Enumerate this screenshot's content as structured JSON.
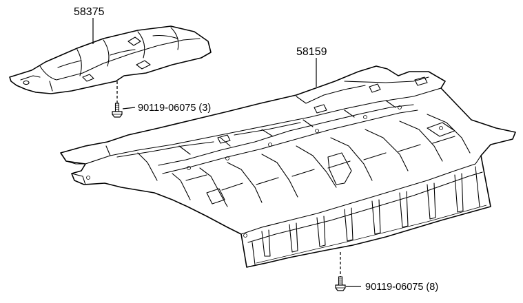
{
  "diagram": {
    "parts": [
      {
        "id": "heat-insulator",
        "part_number": "58375"
      },
      {
        "id": "floor-under-cover",
        "part_number": "58159"
      }
    ],
    "fasteners": [
      {
        "id": "bolt-upper",
        "text": "90119-06075 (3)"
      },
      {
        "id": "bolt-lower",
        "text": "90119-06075 (8)"
      }
    ]
  }
}
